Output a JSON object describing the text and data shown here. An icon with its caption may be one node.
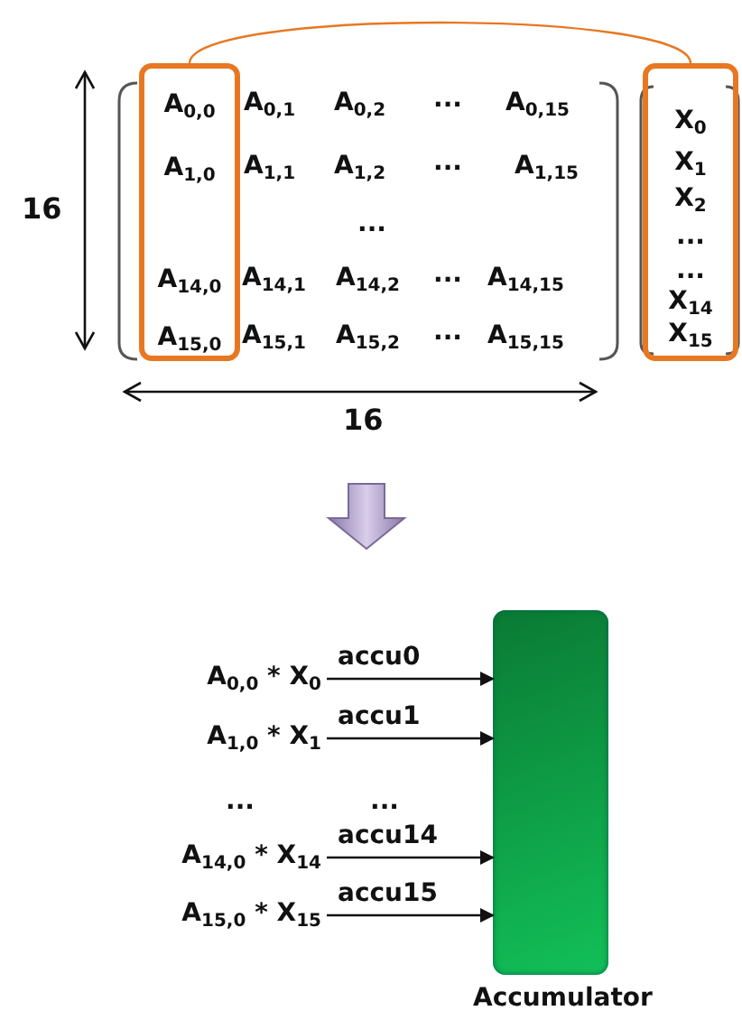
{
  "diagram": {
    "nodes": [
      {
        "text": [
          "A$_{0,0}$",
          "A$_{1,0}$",
          "A$_{14,0}$",
          "A$_{15,0}$"
        ]
      },
      {
        "text": [
          "X$_{0}$",
          "X$_{1}$",
          "X$_{2}$",
          "...",
          "...",
          "X$_{14}$",
          "X$_{15}$"
        ]
      },
      {
        "text": [
          "A$_{0,0}$ * X$_{0}$"
        ]
      },
      {
        "text": [
          "A$_{1,0}$ * X$_{1}$"
        ]
      },
      {
        "text": [
          "A$_{14,0}$ * X$_{14}$"
        ]
      },
      {
        "text": [
          "A$_{15,0}$ * X$_{15}$"
        ]
      },
      {
        "text": [
          "Accumulator"
        ]
      }
    ],
    "edges": [
      {
        "from": 0,
        "to": 1,
        "arrow": "none",
        "color": "#e87722"
      },
      {
        "from": 2,
        "to": 6,
        "arrow": "to",
        "label": "accu0"
      },
      {
        "from": 3,
        "to": 6,
        "arrow": "to",
        "label": "accu1"
      },
      {
        "from": 4,
        "to": 6,
        "arrow": "to",
        "label": "accu14"
      },
      {
        "from": 5,
        "to": 6,
        "arrow": "to",
        "label": "accu15"
      }
    ],
    "labels": [
      "A$_{0,1}$",
      "A$_{0,2}$",
      "...",
      "A$_{0,15}$",
      "A$_{1,1}$",
      "A$_{1,2}$",
      "...",
      "A$_{1,15}$",
      "16",
      "...",
      "A$_{14,1}$",
      "A$_{14,2}$",
      "...",
      "A$_{14,15}$",
      "A$_{15,1}$",
      "A$_{15,2}$",
      "...",
      "A$_{15,15}$",
      "16",
      "...",
      "..."
    ]
  }
}
